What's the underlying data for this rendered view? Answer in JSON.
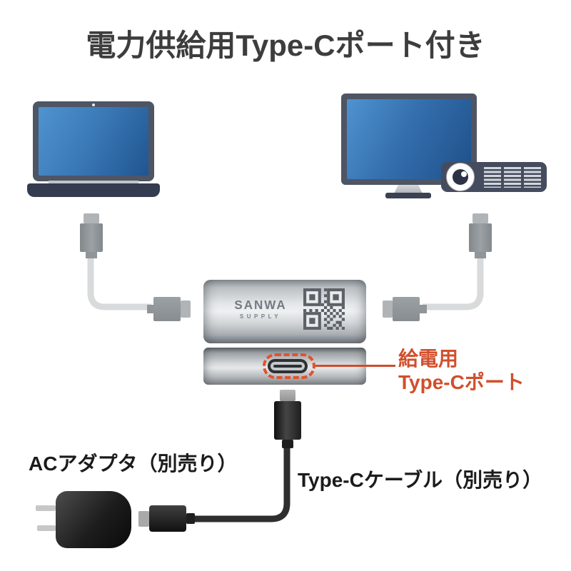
{
  "title": "電力供給用Type-Cポート付き",
  "device": {
    "brand": "SANWA",
    "brand_sub": "SUPPLY"
  },
  "port_callout": {
    "line1": "給電用",
    "line2": "Type-Cポート"
  },
  "captions": {
    "ac_adapter": "ACアダプタ（別売り）",
    "type_c_cable": "Type-Cケーブル（別売り）"
  },
  "colors": {
    "accent": "#d14f2c",
    "dash": "#e2522c",
    "title_text": "#3d3d3d",
    "caption_text": "#1b1b1b",
    "screen_blue": "#3b7ab8",
    "frame_slate": "#4e5565",
    "device_silver": "#d6d9db",
    "cable_gray": "#d9dadb",
    "cable_black": "#2e2e2e"
  },
  "illustrations": {
    "laptop": "laptop with blue screen",
    "monitor": "desktop monitor with blue screen",
    "projector": "projector with lens and air vents",
    "usb_adapter": "silver usb adapter with SANWA SUPPLY logo and QR code",
    "type_c_port": "usb type-c port highlighted by dashed outline",
    "type_c_connector": "usb type-c connector",
    "ac_adapter": "black ac power adapter with wall plug prongs",
    "qr_code": "qr code"
  }
}
